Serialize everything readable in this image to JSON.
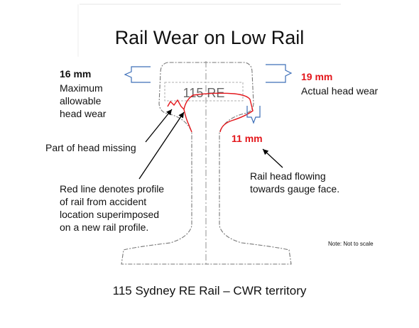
{
  "title": "Rail Wear on Low Rail",
  "rail_stamp": "115 RE",
  "max_wear": {
    "value": "16 mm",
    "lines": [
      "Maximum",
      "allowable",
      "head wear"
    ]
  },
  "actual_wear": {
    "value": "19 mm",
    "label": "Actual head wear"
  },
  "gauge_flow": {
    "value": "11 mm",
    "lines": [
      "Rail head flowing",
      "towards gauge face."
    ]
  },
  "head_missing": "Part of head missing",
  "red_line_note": [
    "Red line denotes profile",
    "of rail from accident",
    "location superimposed",
    "on a new rail profile."
  ],
  "scale_note": "Note: Not to scale",
  "footer": "115 Sydney RE Rail – CWR territory",
  "colors": {
    "bracket": "#3d6fb8",
    "wear_profile": "#e3161b",
    "rail_outline": "#777777",
    "value_red": "#e3161b"
  }
}
